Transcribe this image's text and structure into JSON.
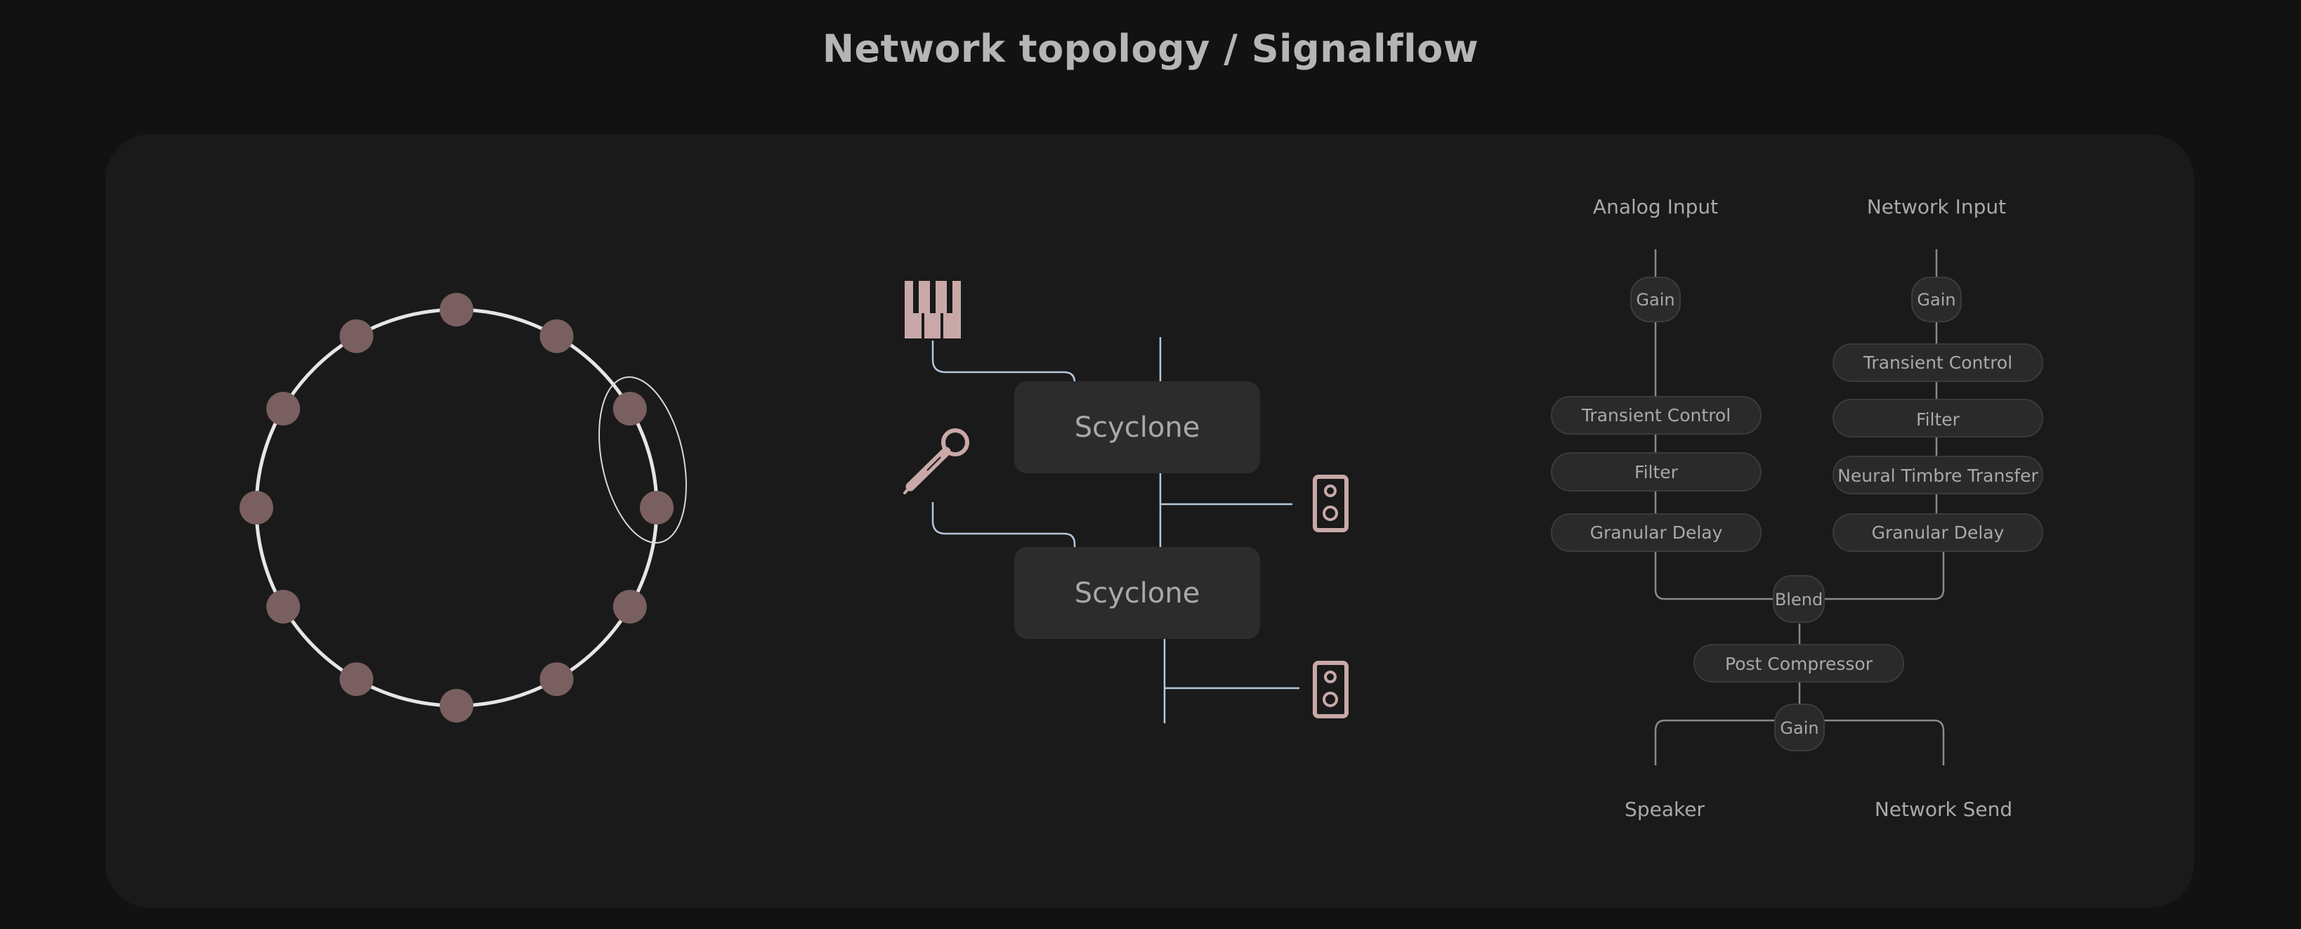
{
  "title": "Network topology / Signalflow",
  "colors": {
    "background": "#121212",
    "panel": "#1a1a1a",
    "ring_node": "#7a5f60",
    "ring": "#e6e6e6",
    "device_icon": "#c9a9a8",
    "connector": "#b4c7dc",
    "box": "#2c2c2c",
    "pill": "#2a2a2a",
    "pill_border": "#3a3a3a",
    "flow_line": "#8a8a8a"
  },
  "topology": {
    "node_count": 12,
    "highlighted_nodes": 2
  },
  "signal_chain": {
    "units": [
      "Scyclone",
      "Scyclone"
    ],
    "inputs": [
      "piano-keys-icon",
      "microphone-icon"
    ],
    "outputs": [
      "speaker-icon",
      "speaker-icon"
    ]
  },
  "flow": {
    "inputs": {
      "left": "Analog Input",
      "right": "Network Input"
    },
    "left_gain": "Gain",
    "right_gain": "Gain",
    "left_chain": [
      "Transient Control",
      "Filter",
      "Granular Delay"
    ],
    "right_chain": [
      "Transient Control",
      "Filter",
      "Neural Timbre Transfer",
      "Granular Delay"
    ],
    "blend": "Blend",
    "post": "Post Compressor",
    "out_gain": "Gain",
    "outputs": {
      "left": "Speaker",
      "right": "Network Send"
    }
  }
}
